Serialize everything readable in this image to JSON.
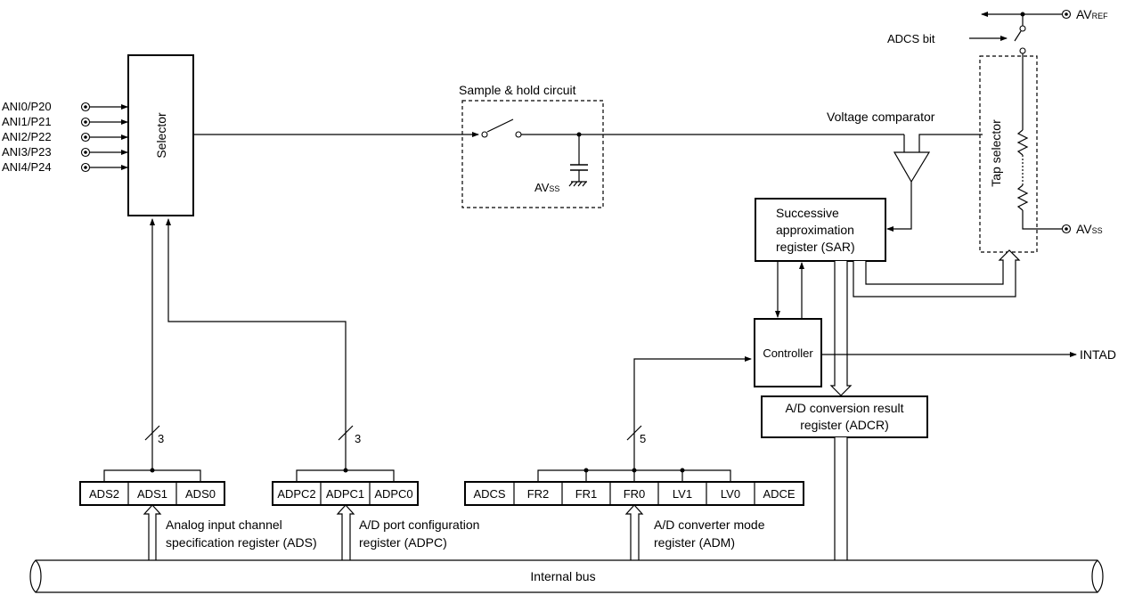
{
  "inputs": [
    "ANI0/P20",
    "ANI1/P21",
    "ANI2/P22",
    "ANI3/P23",
    "ANI4/P24"
  ],
  "selector": "Selector",
  "sample_hold": "Sample & hold circuit",
  "avss": {
    "main": "AV",
    "sub": "SS"
  },
  "avref": {
    "main": "AV",
    "sub": "REF"
  },
  "adcs_bit": "ADCS bit",
  "tap_selector": "Tap selector",
  "voltage_comparator": "Voltage comparator",
  "sar": [
    "Successive",
    "approximation",
    "register (SAR)"
  ],
  "controller": "Controller",
  "intad": "INTAD",
  "adcr": [
    "A/D conversion result",
    "register (ADCR)"
  ],
  "ads": {
    "bits": [
      "ADS2",
      "ADS1",
      "ADS0"
    ],
    "width": "3",
    "caption": [
      "Analog input channel",
      "specification register (ADS)"
    ]
  },
  "adpc": {
    "bits": [
      "ADPC2",
      "ADPC1",
      "ADPC0"
    ],
    "width": "3",
    "caption": [
      "A/D port configuration",
      "register (ADPC)"
    ]
  },
  "adm": {
    "bits": [
      "ADCS",
      "FR2",
      "FR1",
      "FR0",
      "LV1",
      "LV0",
      "ADCE"
    ],
    "width": "5",
    "caption": [
      "A/D converter mode",
      "register (ADM)"
    ]
  },
  "internal_bus": "Internal bus"
}
